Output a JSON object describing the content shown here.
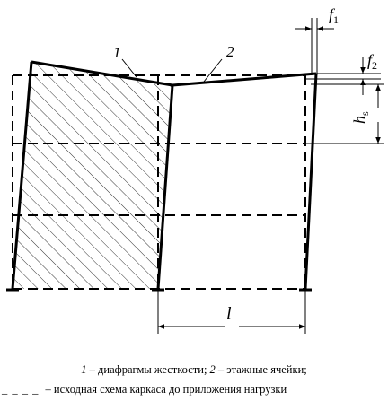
{
  "labels": {
    "diaphragm_marker": "1",
    "cell_marker": "2",
    "f1_base": "f",
    "f1_sub": "1",
    "f2_base": "f",
    "f2_sub": "2",
    "h_base": "h",
    "h_sub": "s",
    "span": "l"
  },
  "caption": {
    "item1_num": "1",
    "item1_text": " – диафрагмы жесткости; ",
    "item2_num": "2",
    "item2_text": " – этажные ячейки;",
    "legend_dash": "_ _ _ _",
    "legend_text": " –  исходная схема каркаса до приложения нагрузки"
  }
}
